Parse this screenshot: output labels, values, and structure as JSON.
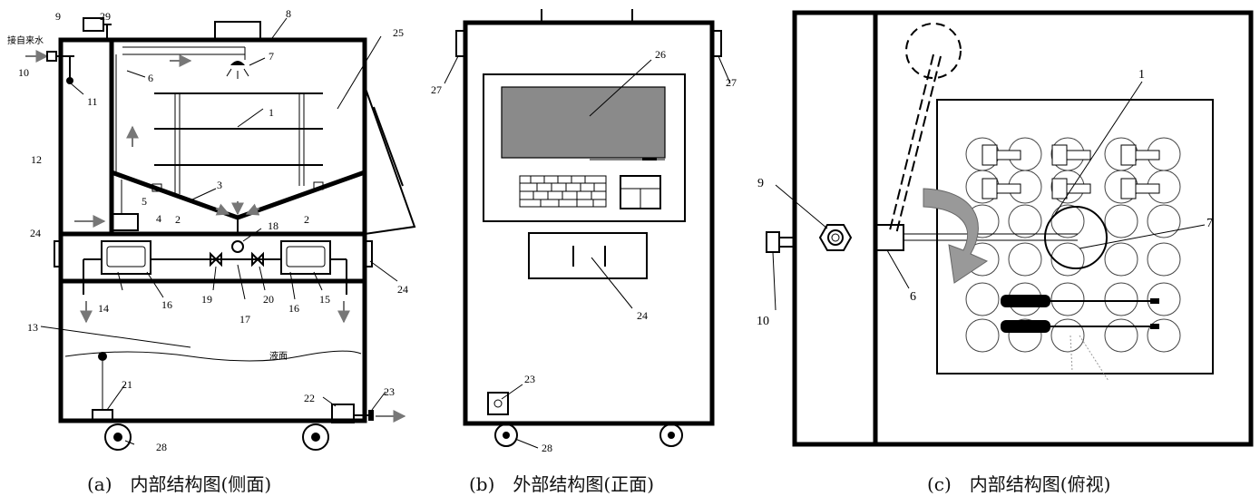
{
  "captions": {
    "a": "(a)　内部结构图(侧面)",
    "b": "(b)　外部结构图(正面)",
    "c": "(c)　内部结构图(俯视)"
  },
  "side_texts": {
    "inlet": "接自来水",
    "liquid": "液面"
  },
  "side_labels": {
    "n9": "9",
    "n29": "29",
    "n8": "8",
    "n25": "25",
    "n10": "10",
    "n6": "6",
    "n7": "7",
    "n11": "11",
    "n1": "1",
    "n12": "12",
    "n5": "5",
    "n3": "3",
    "n2a": "2",
    "n2b": "2",
    "n4": "4",
    "n18": "18",
    "n24a": "24",
    "n24b": "24",
    "n14": "14",
    "n16a": "16",
    "n19": "19",
    "n20": "20",
    "n16b": "16",
    "n15": "15",
    "n17": "17",
    "n13": "13",
    "n21": "21",
    "n22": "22",
    "n23": "23",
    "n28": "28"
  },
  "front_labels": {
    "n27a": "27",
    "n27b": "27",
    "n26": "26",
    "n24": "24",
    "n23": "23",
    "n28": "28"
  },
  "top_labels": {
    "n1": "1",
    "n9": "9",
    "n7": "7",
    "n10": "10",
    "n6": "6"
  }
}
